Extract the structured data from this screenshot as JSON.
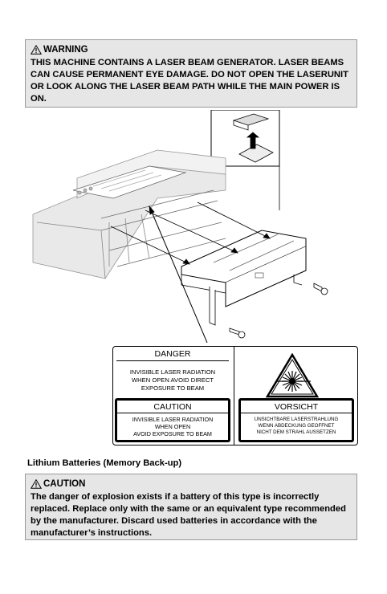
{
  "warning": {
    "title": "WARNING",
    "text": "THIS MACHINE CONTAINS A LASER BEAM GENERATOR. LASER BEAMS CAN CAUSE PERMANENT EYE DAMAGE. DO NOT OPEN THE LASERUNIT OR LOOK ALONG THE LASER BEAM PATH WHILE THE MAIN POWER IS ON."
  },
  "label_panel": {
    "danger_title": "DANGER",
    "danger_text": "INVISIBLE LASER RADIATION\nWHEN OPEN AVOID DIRECT\nEXPOSURE TO BEAM",
    "caution_title": "CAUTION",
    "caution_text": "INVISIBLE LASER RADIATION\nWHEN OPEN\nAVOID EXPOSURE TO BEAM",
    "vorsicht_title": "VORSICHT",
    "vorsicht_text": "UNSICHTBARE LASERSTRAHLUNG\nWENN ABDECKUNG GEOFFNET\nNICHT DEM STRAHL AUSSETZEN"
  },
  "lithium": {
    "section_title": "Lithium Batteries (Memory Back-up)",
    "caution_title": "CAUTION",
    "caution_text": "The danger of explosion exists if a battery of this type is incorrectly replaced. Replace only with the same or an equivalent type recommended by the manufacturer. Discard used batteries in accordance with the manufacturer’s instructions."
  },
  "colors": {
    "box_background": "#e6e6e6",
    "box_border": "#999999"
  },
  "icons": [
    "warning-triangle-icon",
    "laser-hazard-icon",
    "caution-triangle-icon"
  ]
}
